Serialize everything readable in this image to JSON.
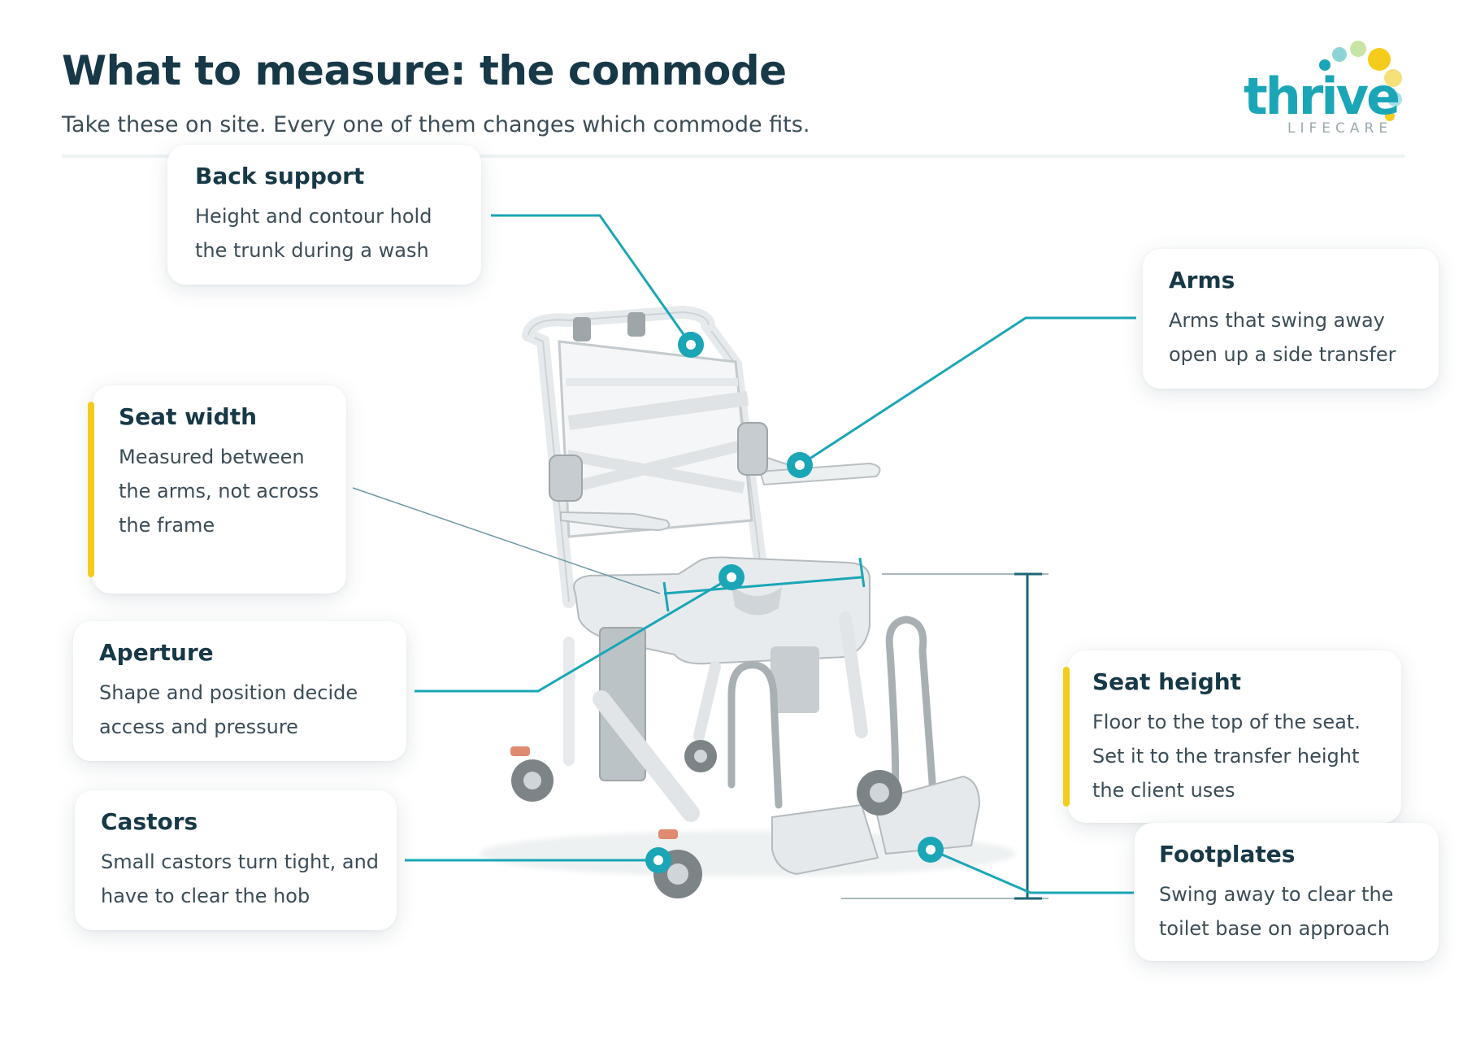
{
  "header": {
    "title": "What to measure: the commode",
    "subtitle": "Take these on site. Every one of them changes which commode fits."
  },
  "logo": {
    "word": "thrive",
    "sub": "LIFECARE",
    "dot_colors": [
      "#1aa6b7",
      "#8fd3d6",
      "#c9e5a6",
      "#f5cc1b",
      "#f5e07a",
      "#a8dfe6"
    ]
  },
  "colors": {
    "primary": "#173847",
    "accent": "#1aa6b7",
    "highlight": "#f5cc1b",
    "leader": "#1aa6b7"
  },
  "callouts": {
    "back_support": {
      "title": "Back support",
      "body": "Height and contour hold the trunk during a wash"
    },
    "arms": {
      "title": "Arms",
      "body": "Arms that swing away open up a side transfer"
    },
    "seat_width": {
      "title": "Seat width",
      "body": "Measured between the arms, not across the frame"
    },
    "aperture": {
      "title": "Aperture",
      "body": "Shape and position decide access and pressure"
    },
    "castors": {
      "title": "Castors",
      "body": "Small castors turn tight, and have to clear the hob"
    },
    "seat_height": {
      "title": "Seat height",
      "body": "Floor to the top of the seat. Set it to the transfer height the client uses"
    },
    "footplates": {
      "title": "Footplates",
      "body": "Swing away to clear the toilet base on approach"
    }
  }
}
